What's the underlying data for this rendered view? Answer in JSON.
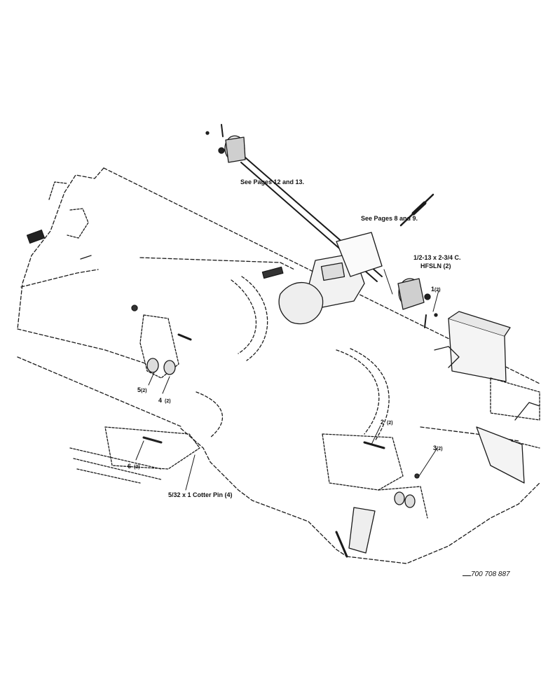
{
  "references": {
    "pages_12_13": "See Pages 12 and 13.",
    "pages_8_9": "See Pages 8 and 9."
  },
  "bolt_spec": {
    "line1": "1/2-13 x 2-3/4 C.",
    "line2": "HFSLN (2)"
  },
  "callouts": [
    {
      "num": "1",
      "qty": "(2)"
    },
    {
      "num": "2",
      "qty": "(2)"
    },
    {
      "num": "3",
      "qty": "(2)"
    },
    {
      "num": "4",
      "qty": "(2)"
    },
    {
      "num": "5",
      "qty": "(2)"
    },
    {
      "num": "6",
      "qty": "(2)"
    }
  ],
  "cotter_pin": "5/32 x 1 Cotter Pin (4)",
  "part_number": "700 708 887"
}
